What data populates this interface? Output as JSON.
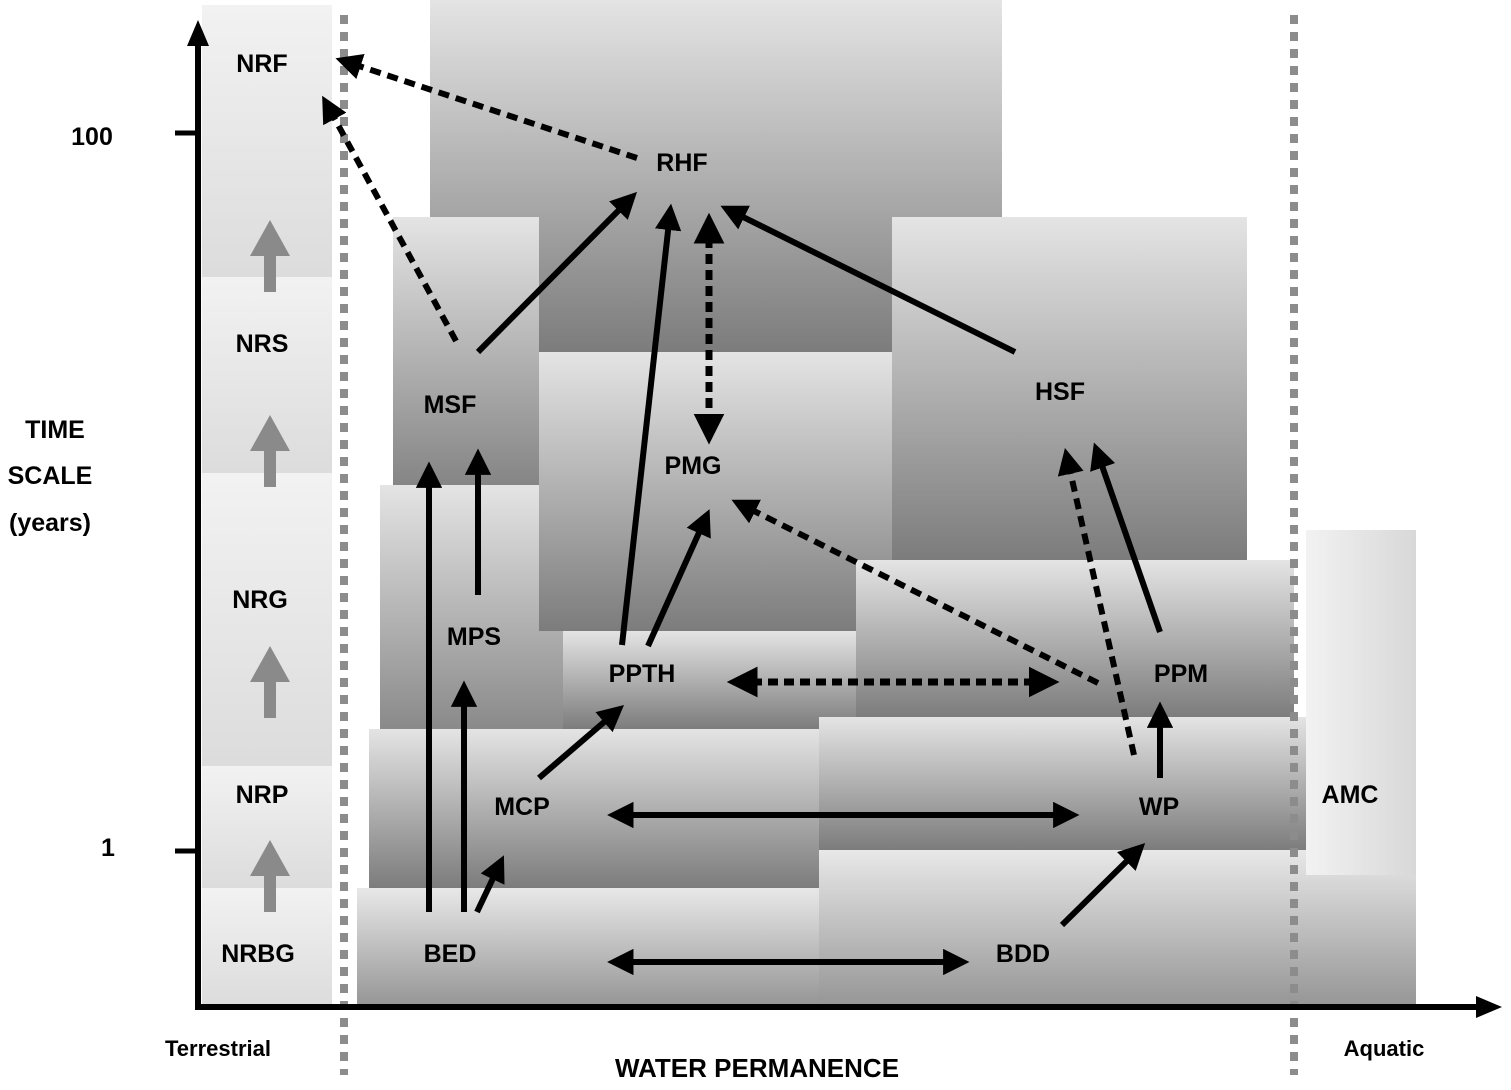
{
  "y_axis": {
    "label_lines": [
      "TIME",
      "SCALE",
      "(years)"
    ],
    "ticks": [
      "100",
      "1"
    ]
  },
  "x_axis": {
    "label": "WATER PERMANENCE",
    "left_end": "Terrestrial",
    "right_end": "Aquatic"
  },
  "terrestrial_stages": [
    "NRF",
    "NRS",
    "NRG",
    "NRP",
    "NRBG"
  ],
  "habitat_nodes": {
    "rhf": "RHF",
    "msf": "MSF",
    "hsf": "HSF",
    "pmg": "PMG",
    "mps": "MPS",
    "ppth": "PPTH",
    "ppm": "PPM",
    "mcp": "MCP",
    "wp": "WP",
    "amc": "AMC",
    "bed": "BED",
    "bdd": "BDD"
  },
  "colors": {
    "box_light": "#e6e6e6",
    "box_dark": "#7a7a7a",
    "divider": "#8c8c8c",
    "stage_arrow": "#8a8a8a",
    "arrow": "#000000"
  }
}
